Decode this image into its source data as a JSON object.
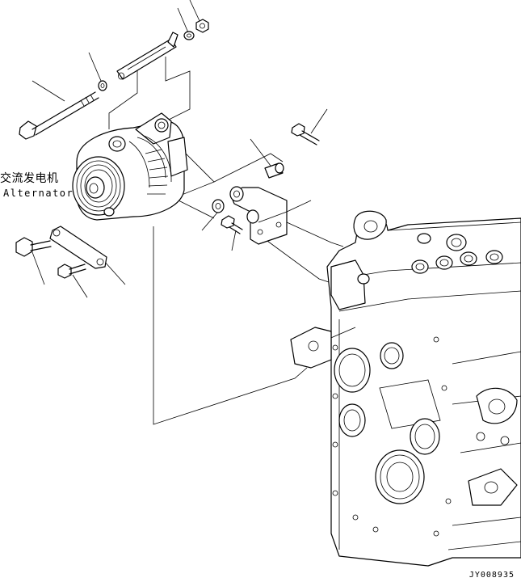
{
  "labels": {
    "alternator_cn": "交流发电机",
    "alternator_en": "Alternator",
    "reference_code": "JY008935"
  },
  "colors": {
    "line": "#000000",
    "background": "#ffffff"
  }
}
